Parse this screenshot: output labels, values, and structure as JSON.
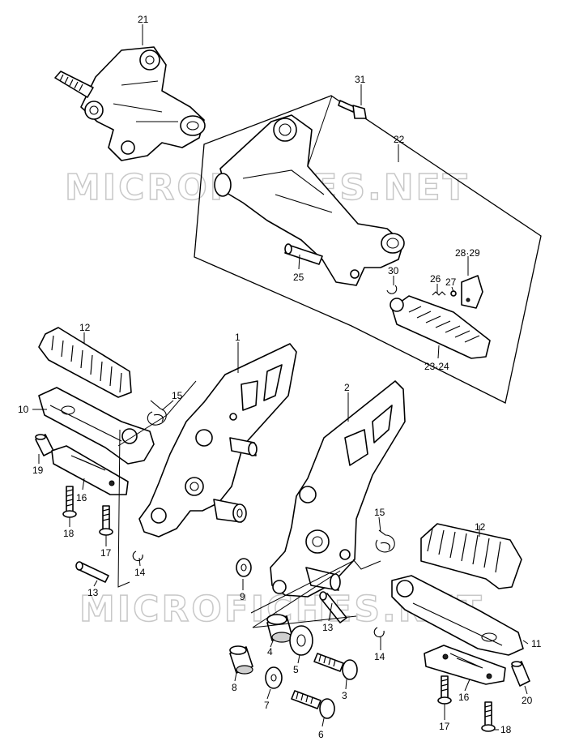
{
  "watermark": {
    "text_top": "MICROFICHES.NET",
    "text_bottom": "MICROFICHES.NET"
  },
  "callouts": {
    "c1": "1",
    "c2": "2",
    "c3": "3",
    "c4": "4",
    "c5": "5",
    "c6": "6",
    "c7": "7",
    "c8": "8",
    "c9": "9",
    "c10": "10",
    "c11": "11",
    "c12_left": "12",
    "c12_right": "12",
    "c13_left": "13",
    "c13_right": "13",
    "c14_left": "14",
    "c14_right": "14",
    "c15_left": "15",
    "c15_right": "15",
    "c16_left": "16",
    "c16_right": "16",
    "c17_left": "17",
    "c17_right": "17",
    "c18_left": "18",
    "c18_right": "18",
    "c19": "19",
    "c20": "20",
    "c21": "21",
    "c22": "22",
    "c23_24": "23·24",
    "c25": "25",
    "c26": "26",
    "c27": "27",
    "c28_29": "28·29",
    "c30": "30",
    "c31": "31"
  }
}
